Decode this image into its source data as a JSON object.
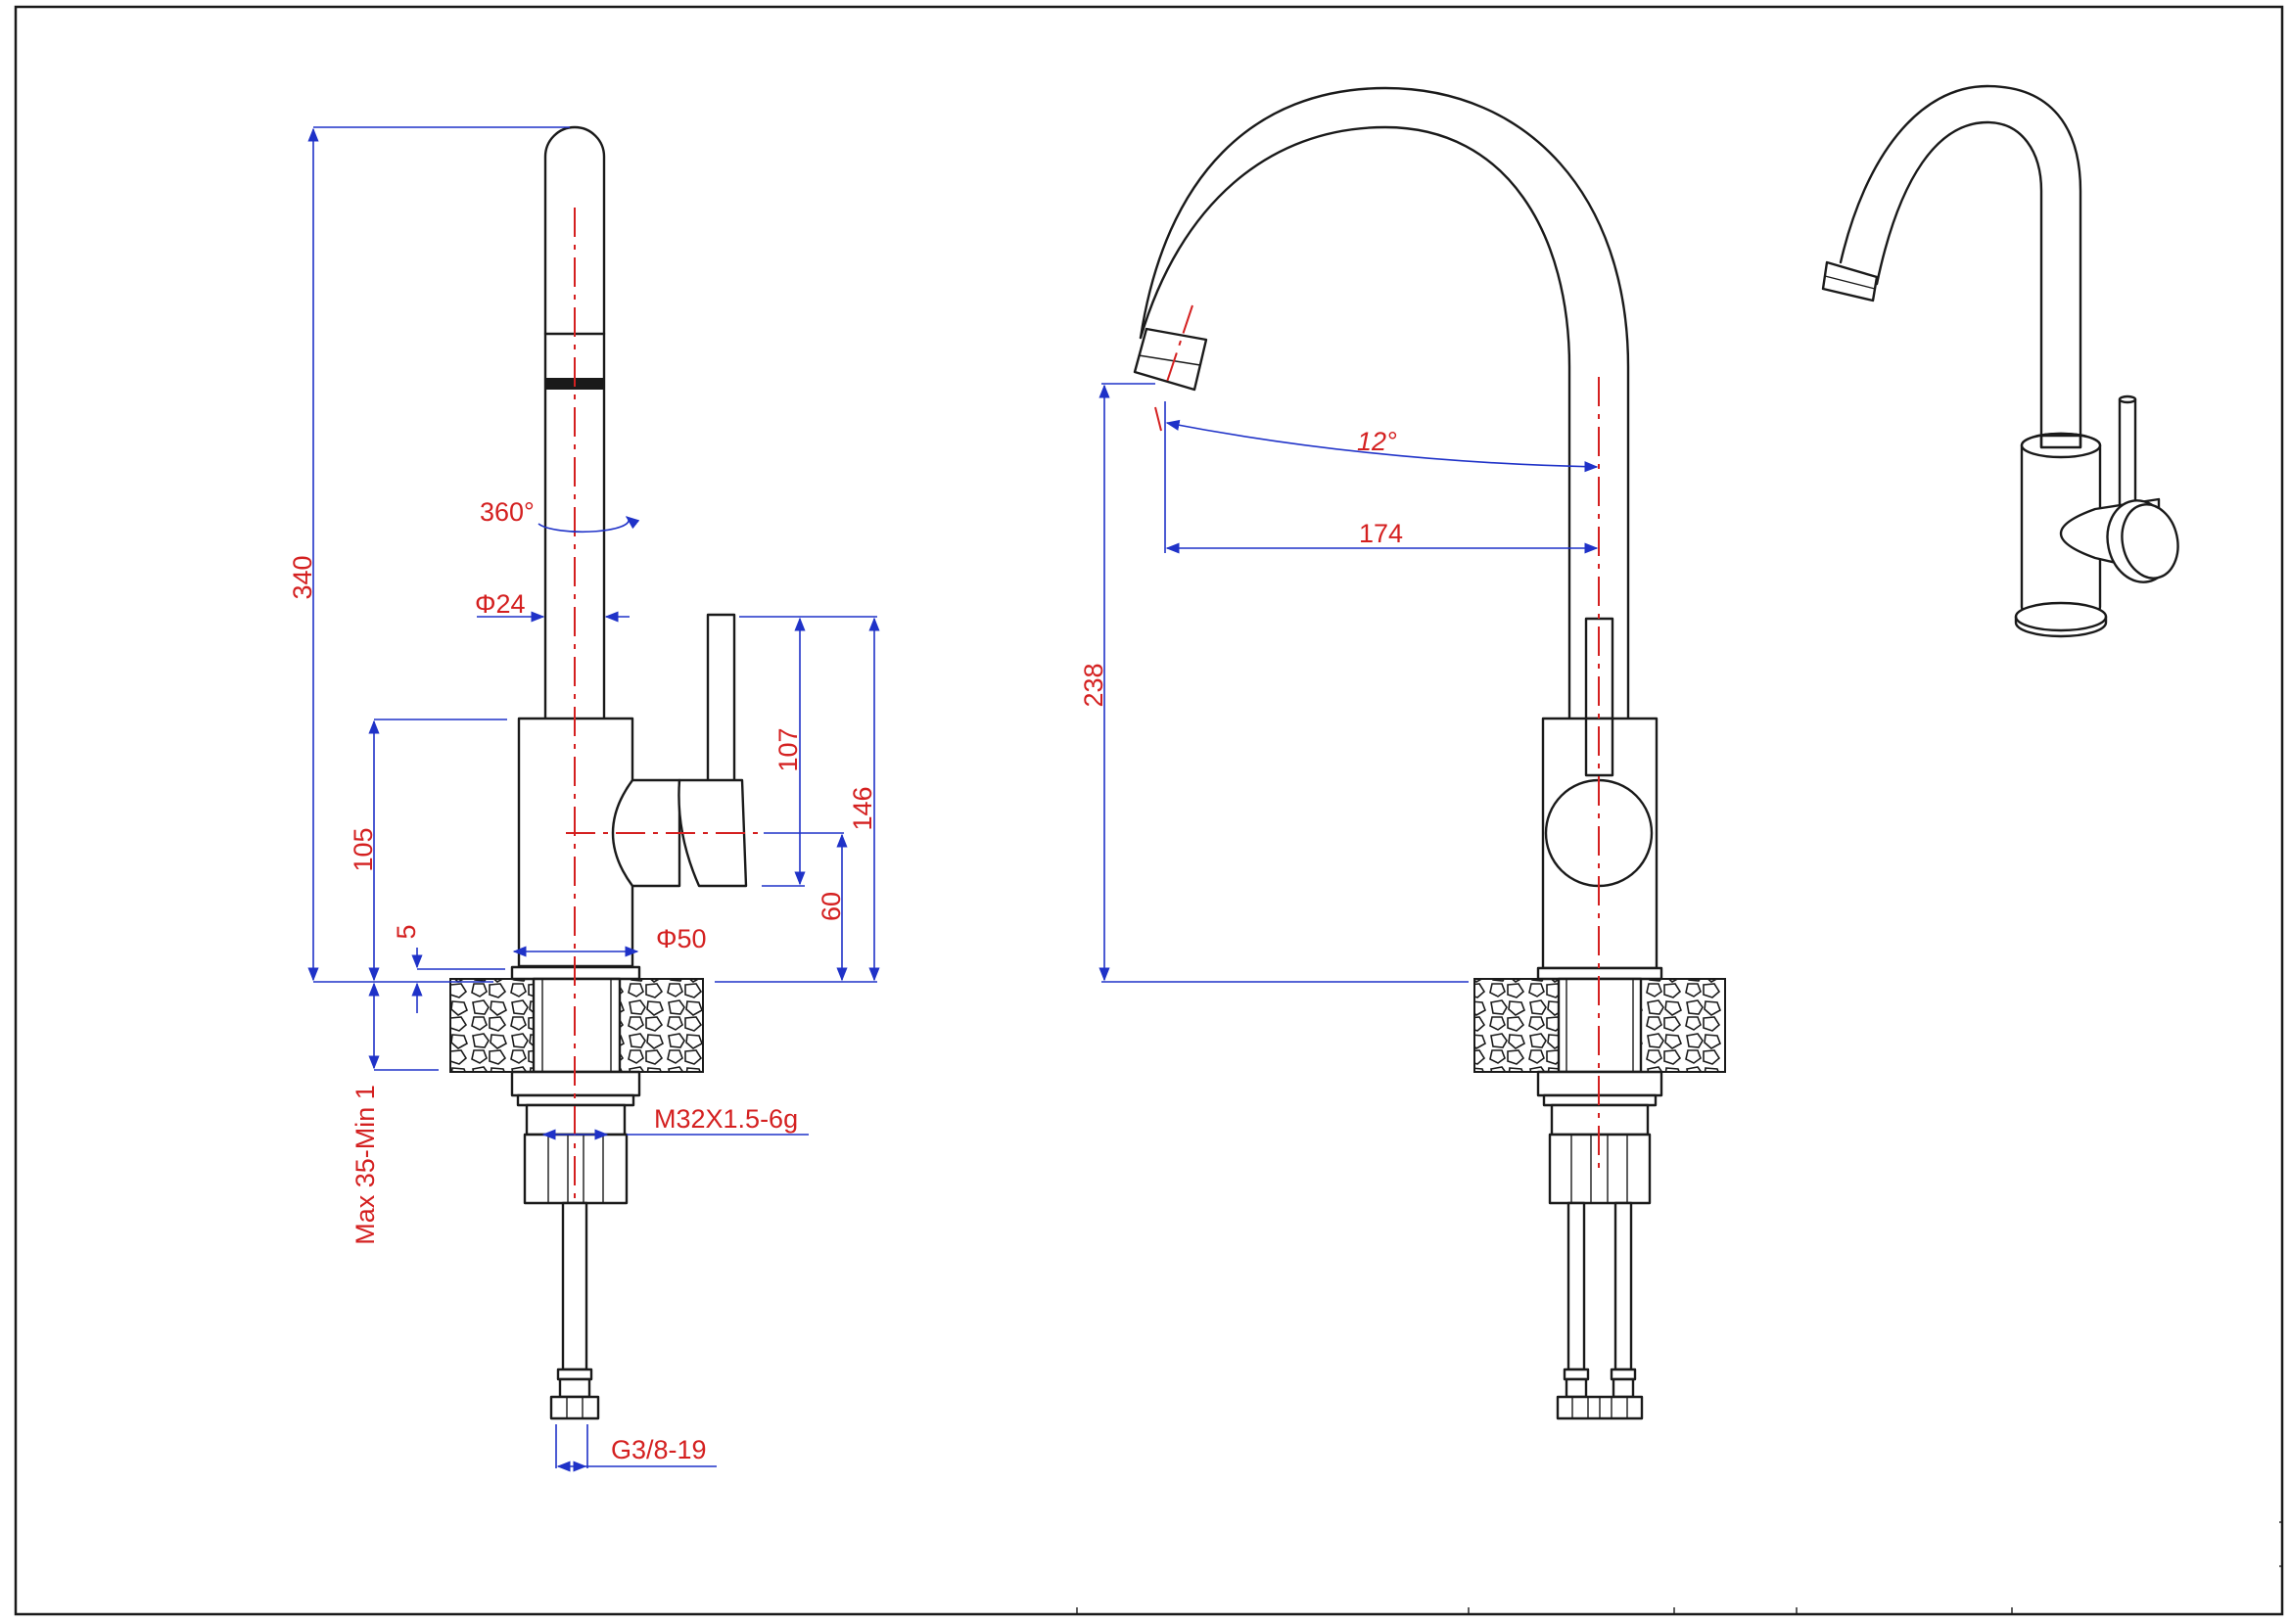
{
  "colors": {
    "outline": "#1a1a1a",
    "dimension_line": "#1f32c8",
    "dimension_text": "#d42020",
    "center_line": "#d42020",
    "background": "#ffffff"
  },
  "side_view": {
    "dim_height_total": "340",
    "dim_rotation": "360°",
    "dim_spout_diameter": "Φ24",
    "dim_body_height": "105",
    "dim_lever_height": "107",
    "dim_handle_total": "146",
    "dim_handle_axis": "60",
    "dim_gap": "5",
    "dim_base_diameter": "Φ50",
    "dim_mount_thickness": "Max 35-Min 1",
    "dim_thread": "M32X1.5-6g",
    "dim_hose_thread": "G3/8-19"
  },
  "front_view": {
    "dim_spout_height": "238",
    "dim_tilt_angle": "12°",
    "dim_reach": "174"
  },
  "iso_view": {}
}
